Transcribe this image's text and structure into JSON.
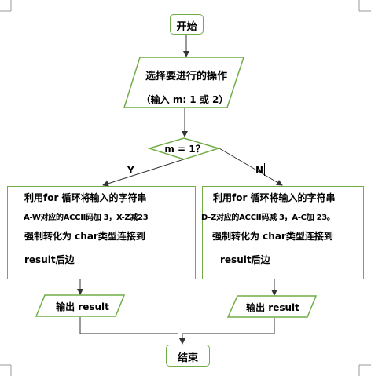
{
  "flowchart": {
    "start": "开始",
    "input_line1": "选择要进行的操作",
    "input_line2": "（输入 m: 1 或 2）",
    "decision": "m = 1？",
    "yes_label": "Y",
    "no_label": "N",
    "left_process": {
      "line1": "利用for 循环将输入的字符串",
      "line2": "A-W对应的ACCII码加 3，X-Z减23",
      "line3": "强制转化为 char类型连接到",
      "line4": "result后边"
    },
    "right_process": {
      "line1": "利用for 循环将输入的字符串",
      "line2": "D-Z对应的ACCII码减 3，A-C加 23。",
      "line3": "强制转化为 char类型连接到",
      "line4": "result后边"
    },
    "left_output": "输出 result",
    "right_output": "输出 result",
    "end": "结束"
  },
  "colors": {
    "shape_border": "#70ad47",
    "connector": "#333333",
    "background": "#ffffff"
  }
}
